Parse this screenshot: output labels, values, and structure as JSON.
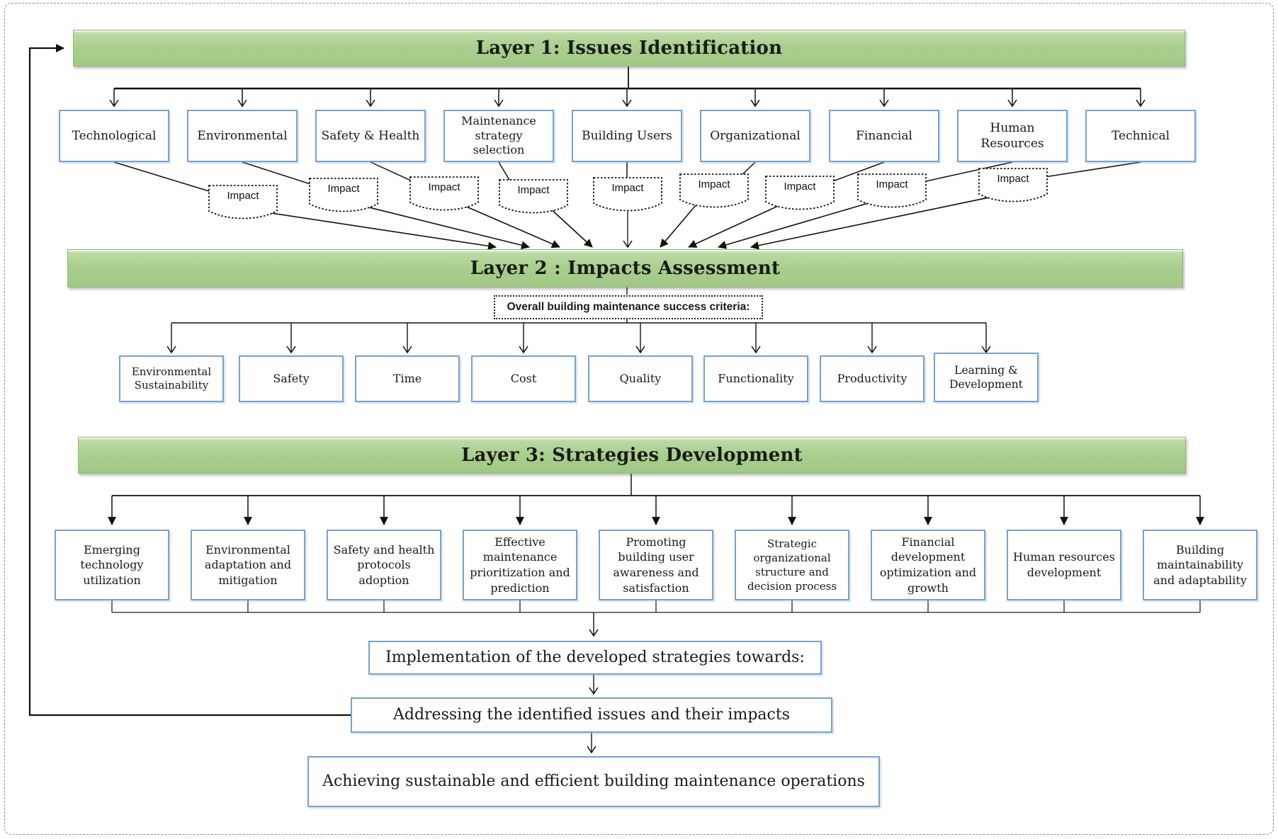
{
  "diagram": {
    "layer1": {
      "title": "Layer 1: Issues Identification",
      "impact_label": "Impact",
      "issues": [
        "Technological",
        "Environmental",
        "Safety & Health",
        "Maintenance strategy selection",
        "Building Users",
        "Organizational",
        "Financial",
        "Human Resources",
        "Technical"
      ]
    },
    "layer2": {
      "title": "Layer 2 : Impacts Assessment",
      "criteria_header": "Overall building maintenance success criteria:",
      "criteria": [
        "Environmental Sustainability",
        "Safety",
        "Time",
        "Cost",
        "Quality",
        "Functionality",
        "Productivity",
        "Learning & Development"
      ]
    },
    "layer3": {
      "title": "Layer 3: Strategies Development",
      "strategies": [
        "Emerging technology utilization",
        "Environmental adaptation and mitigation",
        "Safety and health protocols adoption",
        "Effective maintenance prioritization and prediction",
        "Promoting building user awareness and satisfaction",
        "Strategic organizational structure and decision process",
        "Financial development optimization and growth",
        "Human resources development",
        "Building maintainability and adaptability"
      ]
    },
    "flow": {
      "implementation": "Implementation of the developed strategies towards:",
      "addressing": "Addressing the identified issues and their impacts",
      "achieving": "Achieving sustainable and efficient building maintenance operations"
    },
    "colors": {
      "layer_bar_fill": "#a9cf8e",
      "layer_bar_border": "#8fb873",
      "box_border_blue": "#75a3d1",
      "connector_black": "#111111"
    }
  }
}
